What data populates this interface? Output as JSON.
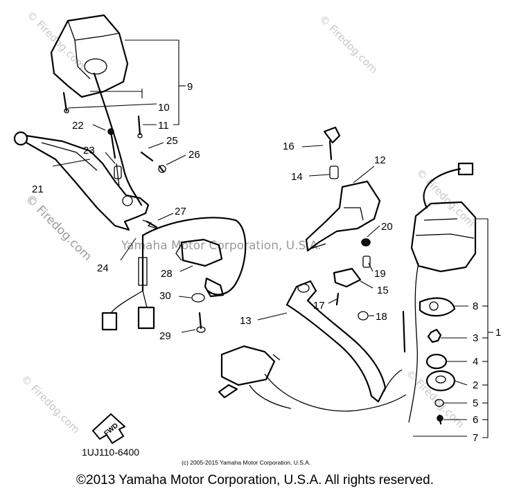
{
  "diagram_code": "1UJ110-6400",
  "small_copyright": "(c) 2005-2015 Yamaha Motor Corporation, U.S.A.",
  "copyright": "©2013 Yamaha Motor Corporation, U.S.A. All rights reserved.",
  "fwd_label": "FWD",
  "watermarks": {
    "firedog_com": "© Firedog.com",
    "yamaha": "Yamaha Motor Corporation, U.S.A."
  },
  "callouts": {
    "c1": "1",
    "c2": "2",
    "c3": "3",
    "c4": "4",
    "c5": "5",
    "c6": "6",
    "c7": "7",
    "c8": "8",
    "c9": "9",
    "c10": "10",
    "c11": "11",
    "c12": "12",
    "c13": "13",
    "c14": "14",
    "c15": "15",
    "c16": "16",
    "c17": "17",
    "c18": "18",
    "c19": "19",
    "c20": "20",
    "c21": "21",
    "c22": "22",
    "c23": "23",
    "c24": "24",
    "c25": "25",
    "c26": "26",
    "c27": "27",
    "c28": "28",
    "c29": "29",
    "c30": "30"
  }
}
